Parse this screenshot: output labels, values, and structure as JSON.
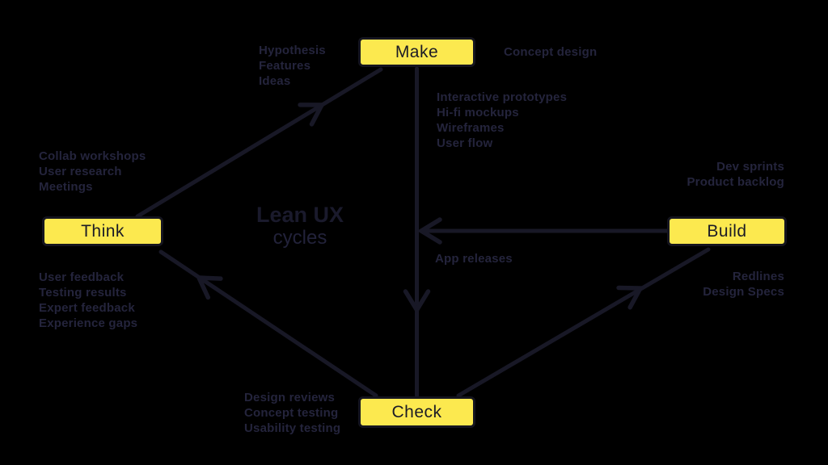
{
  "title": {
    "line1": "Lean UX",
    "line2": "cycles"
  },
  "nodes": {
    "think": "Think",
    "make": "Make",
    "build": "Build",
    "check": "Check"
  },
  "labels": {
    "hypothesis": {
      "lines": [
        "Hypothesis",
        "Features",
        "Ideas"
      ]
    },
    "concept_design": {
      "lines": [
        "Concept design"
      ]
    },
    "make_outputs": {
      "lines": [
        "Interactive prototypes",
        "Hi-fi mockups",
        "Wireframes",
        "User flow"
      ]
    },
    "think_inputs": {
      "lines": [
        "Collab workshops",
        "User research",
        "Meetings"
      ]
    },
    "build_inputs": {
      "lines": [
        "Dev sprints",
        "Product backlog"
      ]
    },
    "app_releases": {
      "lines": [
        "App releases"
      ]
    },
    "build_outputs": {
      "lines": [
        "Redlines",
        "Design Specs"
      ]
    },
    "check_outputs": {
      "lines": [
        "User feedback",
        "Testing results",
        "Expert feedback",
        "Experience gaps"
      ]
    },
    "check_methods": {
      "lines": [
        "Design reviews",
        "Concept testing",
        "Usability testing"
      ]
    }
  },
  "colors": {
    "background": "#000000",
    "node_fill": "#FCE94F",
    "ink": "#181826",
    "label_text": "#24243C"
  }
}
